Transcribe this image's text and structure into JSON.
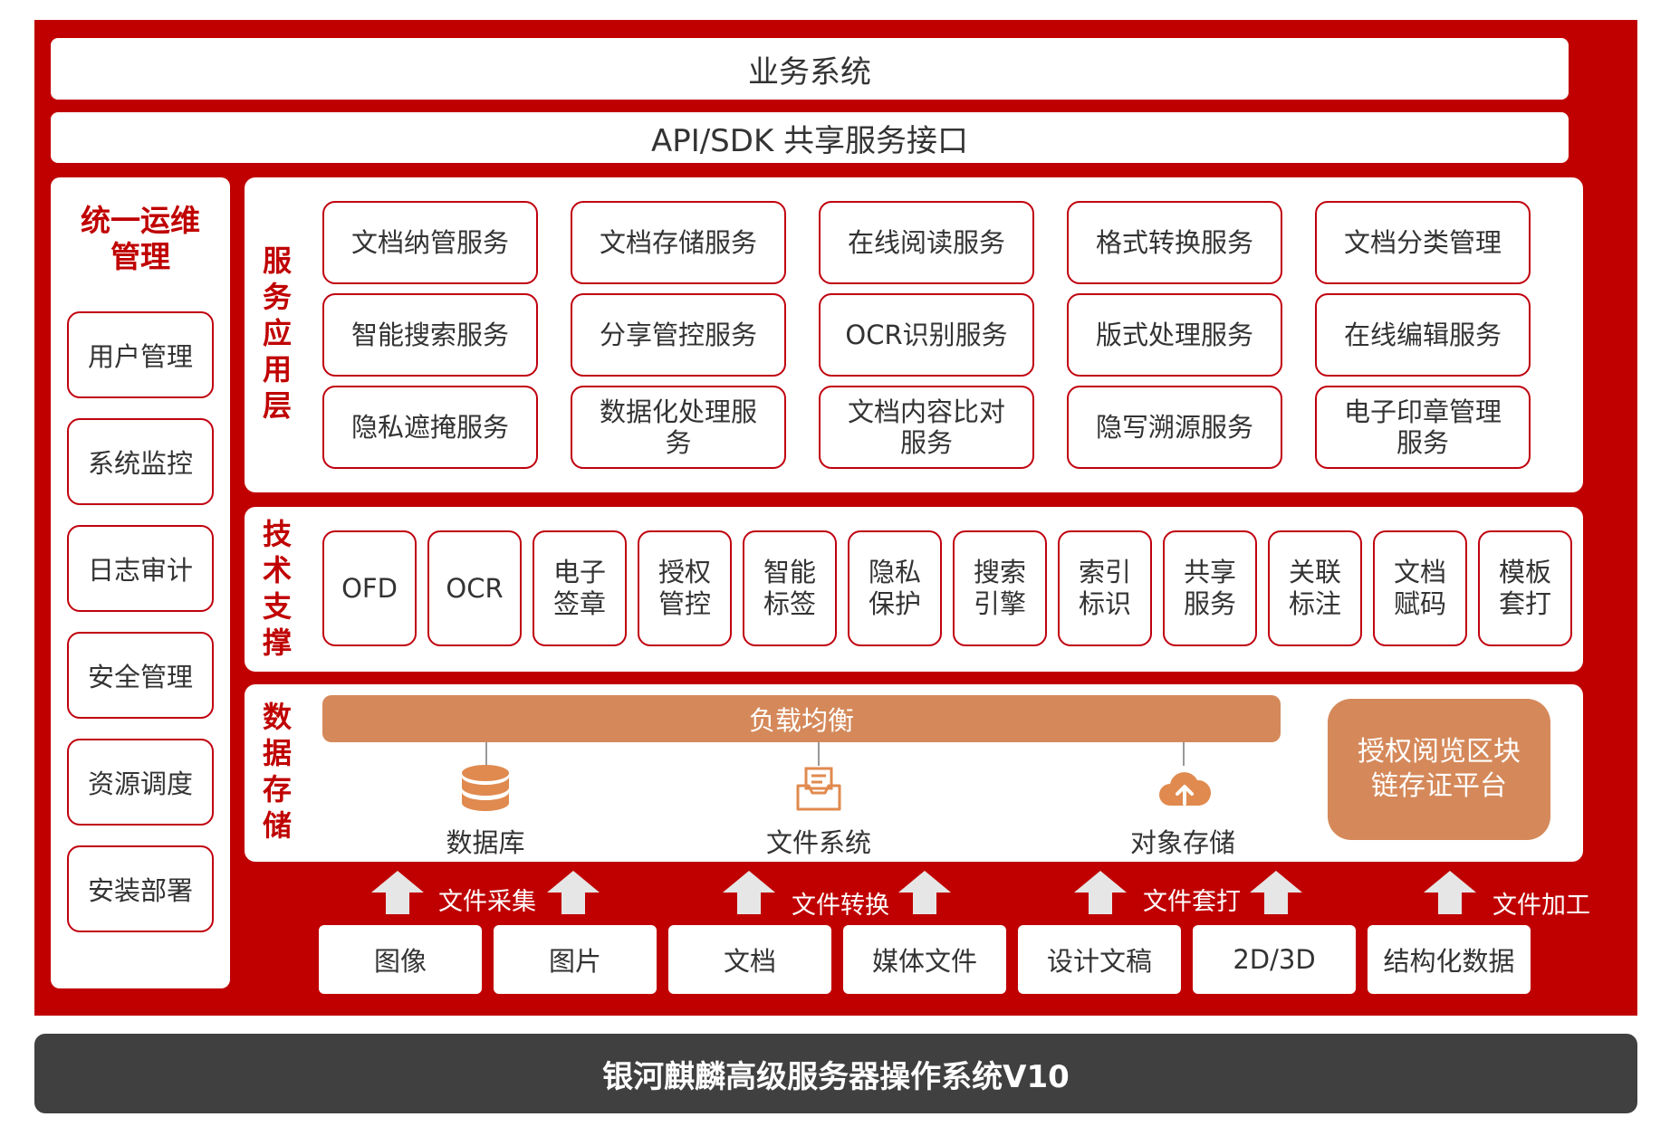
{
  "top": {
    "business_system": "业务系统",
    "api_interface": "API/SDK 共享服务接口"
  },
  "ops": {
    "title": "统一运维管理",
    "title_lines": [
      "统一运维",
      "管理"
    ],
    "items": [
      "用户管理",
      "系统监控",
      "日志审计",
      "安全管理",
      "资源调度",
      "安装部署"
    ]
  },
  "service_layer": {
    "label": "服务应用层",
    "label_chars": [
      "服",
      "务",
      "应",
      "用",
      "层"
    ],
    "rows": [
      [
        "文档纳管服务",
        "文档存储服务",
        "在线阅读服务",
        "格式转换服务",
        "文档分类管理"
      ],
      [
        "智能搜索服务",
        "分享管控服务",
        "OCR识别服务",
        "版式处理服务",
        "在线编辑服务"
      ],
      [
        "隐私遮掩服务",
        "数据化处理服务",
        "文档内容比对服务",
        "隐写溯源服务",
        "电子印章管理服务"
      ]
    ]
  },
  "tech_layer": {
    "label": "技术支撑",
    "label_chars": [
      "技",
      "术",
      "支",
      "撑"
    ],
    "items": [
      "OFD",
      "OCR",
      "电子签章",
      "授权管控",
      "智能标签",
      "隐私保护",
      "搜索引擎",
      "索引标识",
      "共享服务",
      "关联标注",
      "文档赋码",
      "模板套打"
    ]
  },
  "storage_layer": {
    "label": "数据存储",
    "label_chars": [
      "数",
      "据",
      "存",
      "储"
    ],
    "load_balance": "负载均衡",
    "stores": [
      {
        "label": "数据库",
        "icon": "database-icon"
      },
      {
        "label": "文件系统",
        "icon": "file-system-icon"
      },
      {
        "label": "对象存储",
        "icon": "object-storage-icon"
      }
    ],
    "blockchain": "授权阅览区块链存证平台",
    "blockchain_lines": [
      "授权阅览区块",
      "链存证平台"
    ]
  },
  "ingest": {
    "flows": [
      "文件采集",
      "文件转换",
      "文件套打",
      "文件加工"
    ],
    "sources": [
      "图像",
      "图片",
      "文档",
      "媒体文件",
      "设计文稿",
      "2D/3D",
      "结构化数据"
    ]
  },
  "os": {
    "label": "银河麒麟高级服务器操作系统V10"
  },
  "colors": {
    "primary_red": "#c00000",
    "accent_orange": "#d5895a",
    "os_bar": "#404040",
    "arrow": "#e6e6e6"
  }
}
